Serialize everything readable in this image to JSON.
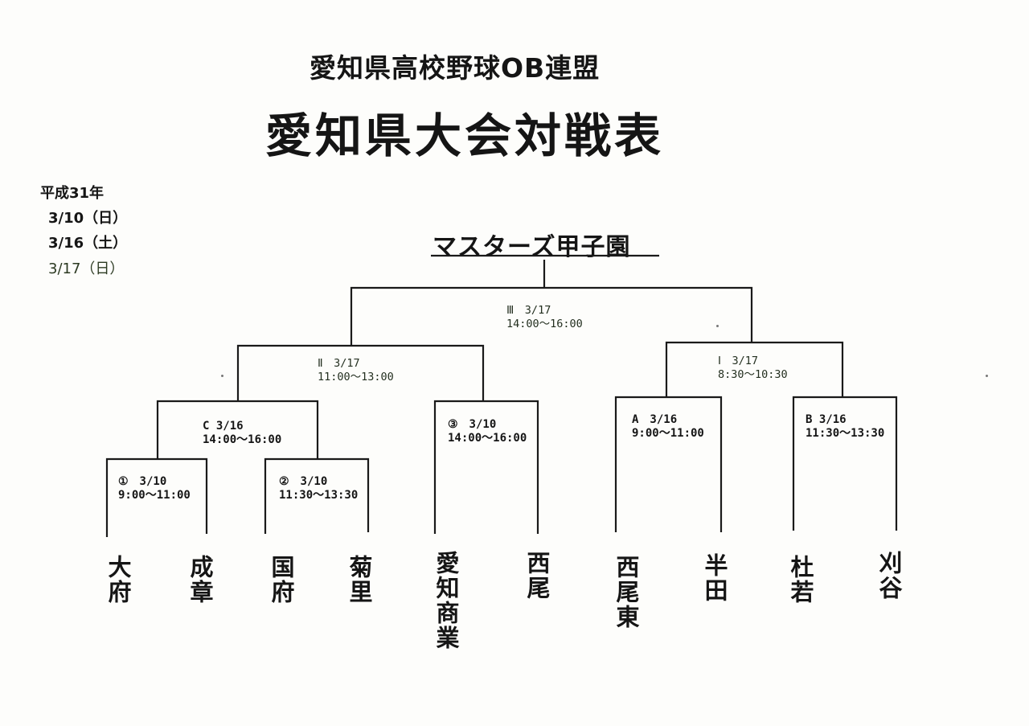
{
  "header": {
    "org_title": "愛知県高校野球OB連盟",
    "main_title": "愛知県大会対戦表"
  },
  "schedule": {
    "era_year": "平成31年",
    "dates": [
      "3/10（日）",
      "3/16（土）",
      "3/17（日）"
    ]
  },
  "tournament_title": "マスターズ甲子園",
  "games": {
    "final": {
      "label": "Ⅲ　3/17",
      "time": "14:00～16:00"
    },
    "semi_left": {
      "label": "Ⅱ　3/17",
      "time": "11:00～13:00"
    },
    "semi_right": {
      "label": "Ⅰ　3/17",
      "time": "8:30～10:30"
    },
    "game_c": {
      "label": "C 3/16",
      "time": "14:00～16:00"
    },
    "game_3": {
      "label": "③　3/10",
      "time": "14:00～16:00"
    },
    "game_a": {
      "label": "A　3/16",
      "time": "9:00～11:00"
    },
    "game_b": {
      "label": "B 3/16",
      "time": "11:30～13:30"
    },
    "game_1": {
      "label": "①　3/10",
      "time": "9:00～11:00"
    },
    "game_2": {
      "label": "②　3/10",
      "time": "11:30～13:30"
    }
  },
  "teams": [
    "大府",
    "成章",
    "国府",
    "菊里",
    "愛知商業",
    "西尾",
    "西尾東",
    "半田",
    "杜若",
    "刈谷"
  ]
}
